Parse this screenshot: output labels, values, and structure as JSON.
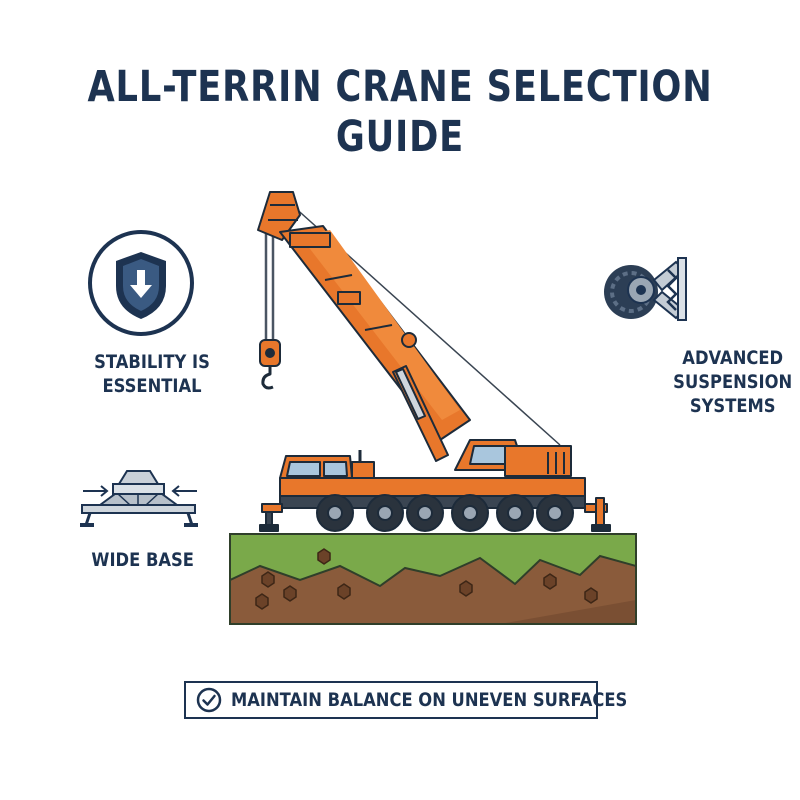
{
  "title": "ALL-TERRIN CRANE SELECTION GUIDE",
  "features": {
    "stability": "STABILITY IS ESSENTIAL",
    "base": "WIDE BASE",
    "suspension": "ADVANCED SUSPENSION SYSTEMS"
  },
  "banner": {
    "text": "MAINTAIN BALANCE ON UNEVEN SURFACES",
    "icon": "check-circle-icon"
  },
  "icons": [
    "shield-down-arrow-icon",
    "wide-base-platform-icon",
    "suspension-wheel-icon",
    "mobile-crane-illustration"
  ],
  "colors": {
    "navy": "#1d3351",
    "crane_orange": "#e8772b",
    "grass": "#7aa94a",
    "soil": "#8a5b3b"
  }
}
